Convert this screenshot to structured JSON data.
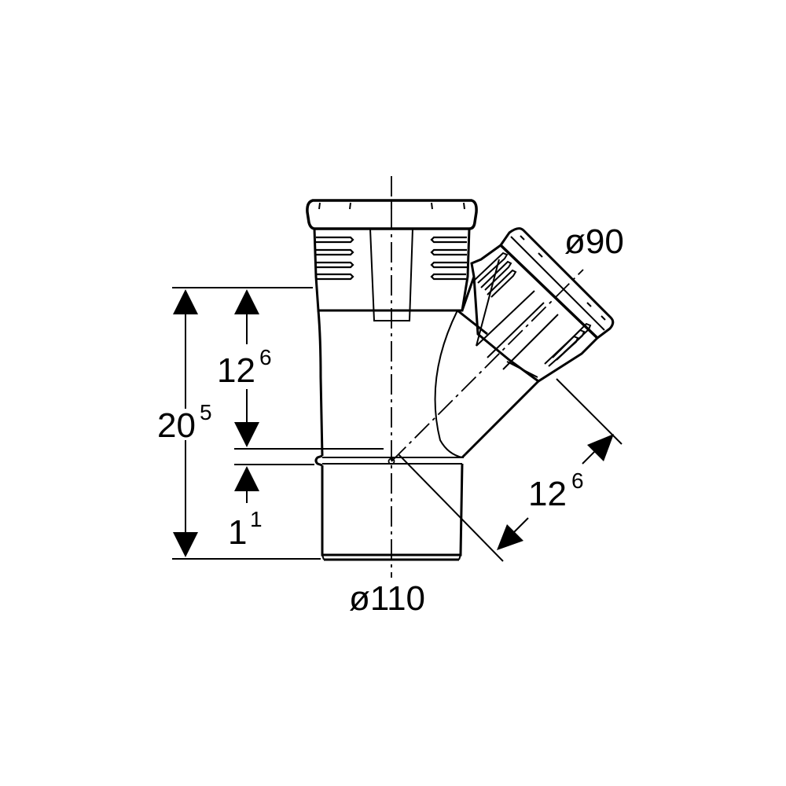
{
  "labels": {
    "branch_diameter": "ø90",
    "main_diameter": "ø110",
    "height_total": {
      "base": "20",
      "sup": "5"
    },
    "height_branch": {
      "base": "12",
      "sup": "6"
    },
    "height_socket": {
      "base": "1",
      "sup": "1"
    },
    "branch_length": {
      "base": "12",
      "sup": "6"
    }
  },
  "colors": {
    "line": "#000000",
    "background": "#ffffff"
  }
}
